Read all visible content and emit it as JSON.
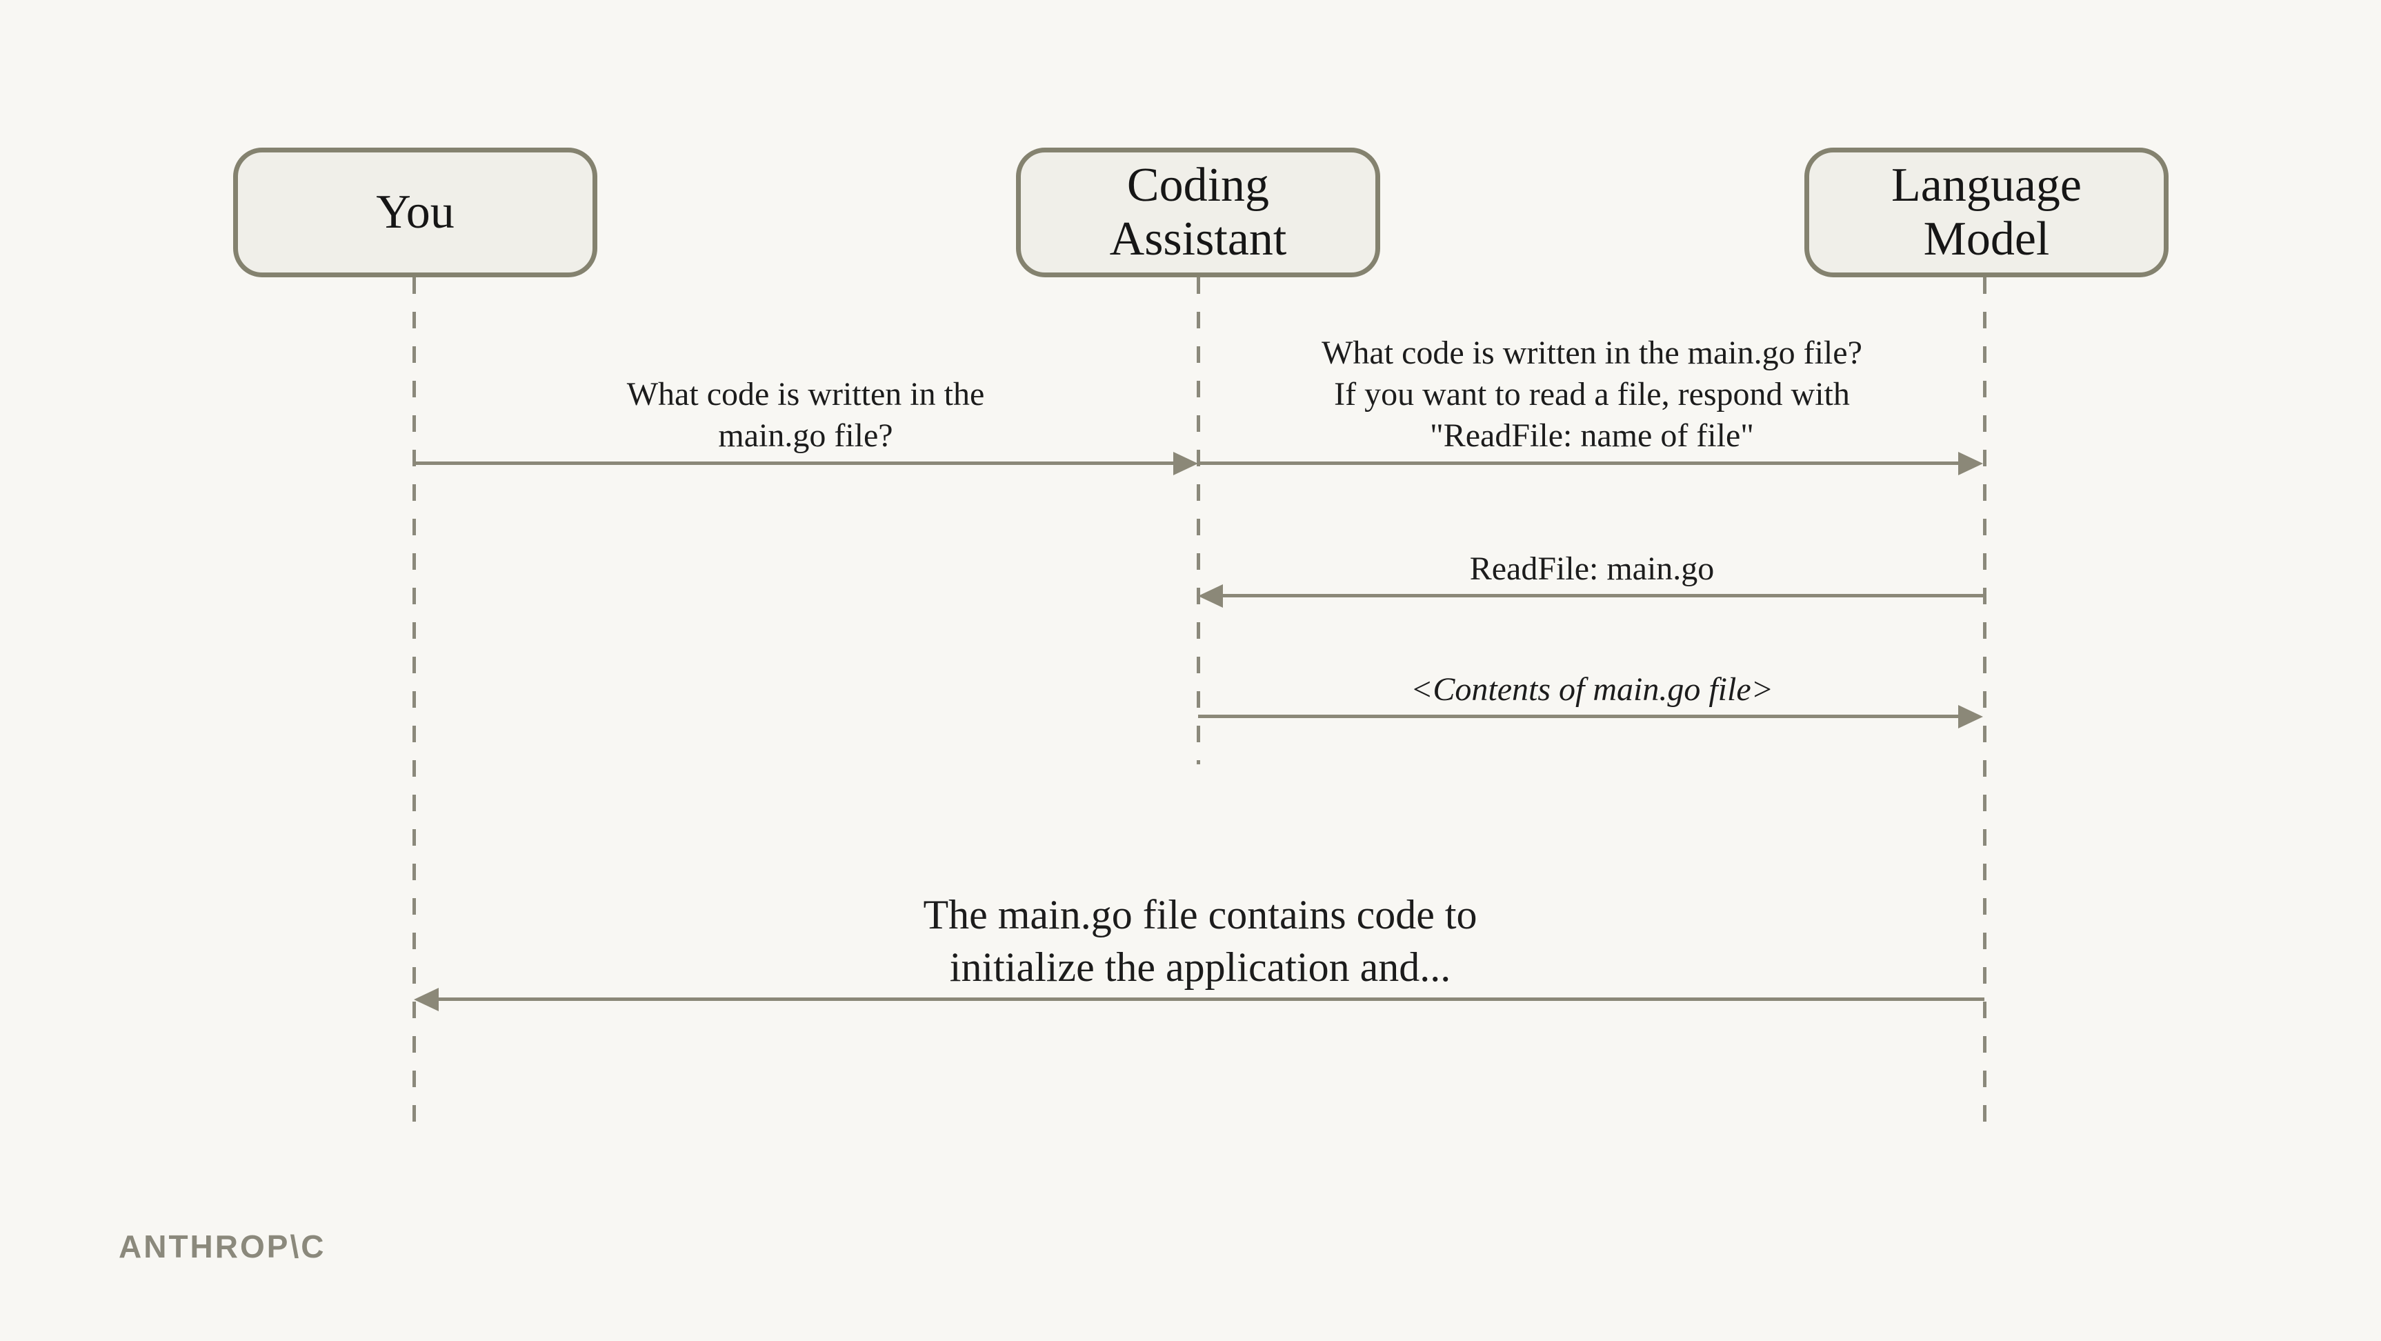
{
  "diagram": {
    "type": "sequence-diagram",
    "actors": [
      {
        "id": "you",
        "name": "You"
      },
      {
        "id": "coding-assistant",
        "name": "Coding Assistant"
      },
      {
        "id": "language-model",
        "name": "Language Model"
      }
    ],
    "messages": [
      {
        "from": "You",
        "to": "Coding Assistant",
        "direction": "right",
        "label": "What code is written in the\nmain.go file?",
        "style": "normal"
      },
      {
        "from": "Coding Assistant",
        "to": "Language Model",
        "direction": "right",
        "label": "What code is written in the main.go file?\nIf you want to read a file, respond with\n\"ReadFile: name of file\"",
        "style": "normal"
      },
      {
        "from": "Language Model",
        "to": "Coding Assistant",
        "direction": "left",
        "label": "ReadFile: main.go",
        "style": "normal"
      },
      {
        "from": "Coding Assistant",
        "to": "Language Model",
        "direction": "right",
        "label": "<Contents of main.go file>",
        "style": "italic"
      },
      {
        "from": "Language Model",
        "to": "You",
        "direction": "left",
        "label": "The main.go file contains code to\ninitialize the application and...",
        "style": "large"
      }
    ],
    "colors": {
      "background": "#f8f7f3",
      "actor_fill": "#f0efe9",
      "stroke": "#84826f",
      "arrow": "#8b8878",
      "text": "#1c1c1c",
      "logo": "#8b897c"
    },
    "footer": {
      "logo_text": "ANTHROP\\C"
    }
  }
}
